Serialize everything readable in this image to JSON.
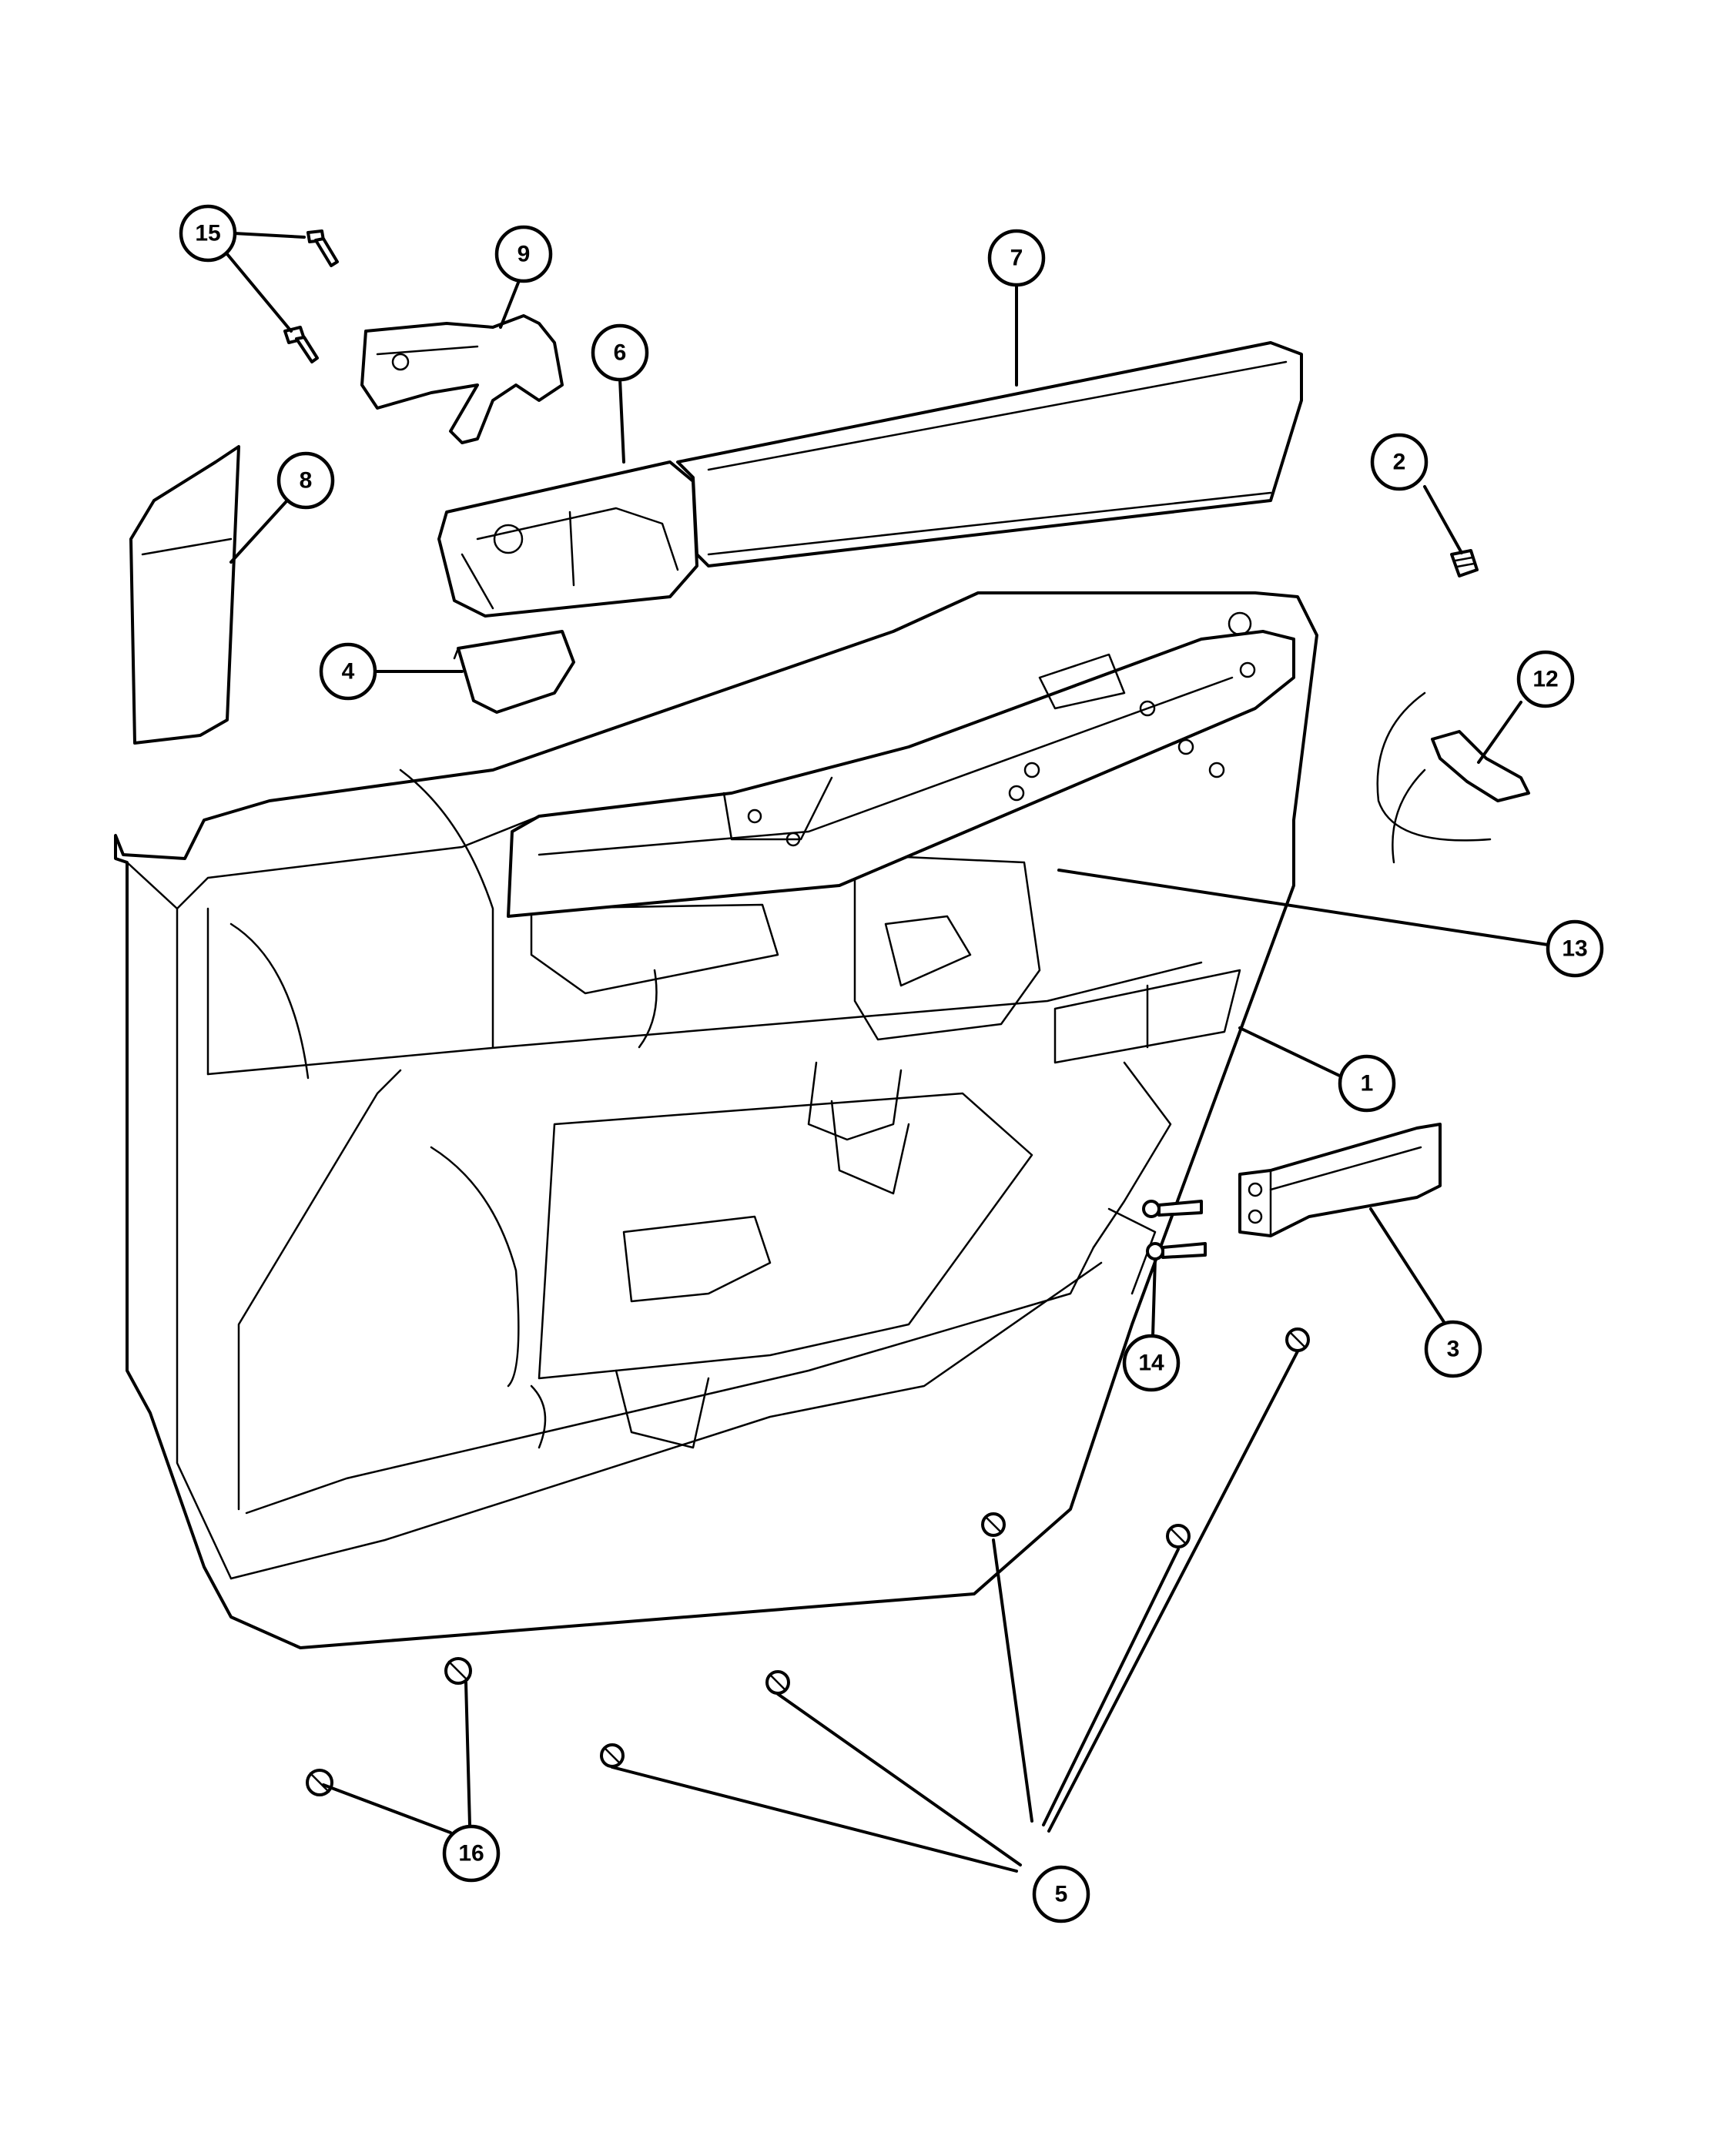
{
  "diagram": {
    "callouts": [
      {
        "label": "1"
      },
      {
        "label": "2"
      },
      {
        "label": "3"
      },
      {
        "label": "4"
      },
      {
        "label": "5"
      },
      {
        "label": "6"
      },
      {
        "label": "7"
      },
      {
        "label": "8"
      },
      {
        "label": "9"
      },
      {
        "label": "12"
      },
      {
        "label": "13"
      },
      {
        "label": "14"
      },
      {
        "label": "15"
      },
      {
        "label": "16"
      }
    ]
  }
}
